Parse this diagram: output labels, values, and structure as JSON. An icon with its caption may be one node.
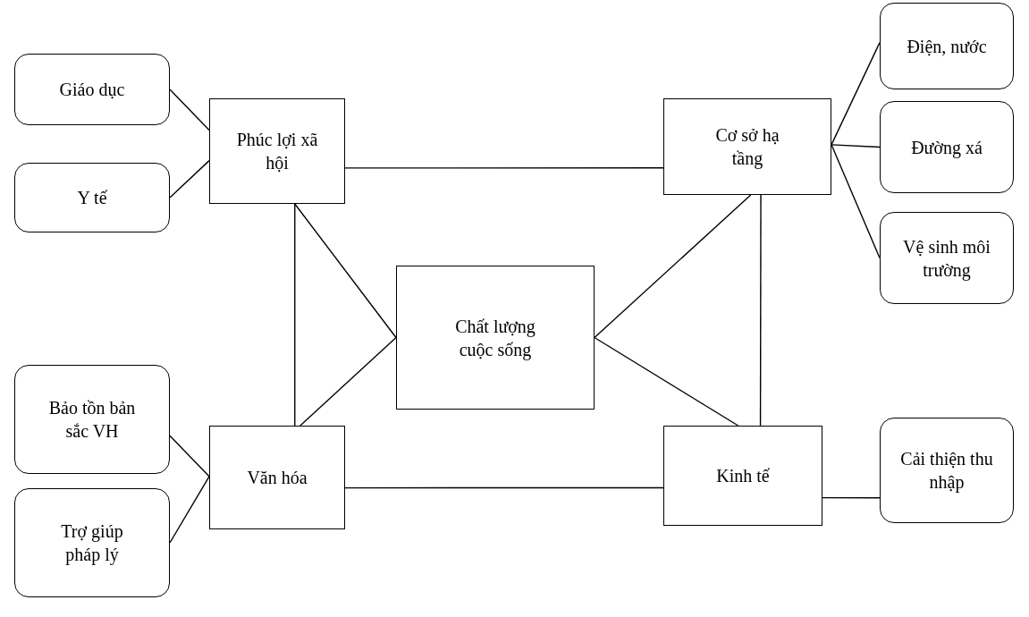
{
  "diagram": {
    "nodes": [
      {
        "text": [
          "Giáo dục"
        ]
      },
      {
        "text": [
          "Y tế"
        ]
      },
      {
        "text": [
          "Phúc lợi xã hội"
        ]
      },
      {
        "text": [
          "Cơ sở hạ tầng"
        ]
      },
      {
        "text": [
          "Điện, nước"
        ]
      },
      {
        "text": [
          "Đường xá"
        ]
      },
      {
        "text": [
          "Vệ sinh môi trường"
        ]
      },
      {
        "text": [
          "Chất lượng cuộc sống"
        ]
      },
      {
        "text": [
          "Bảo tồn bản sắc VH"
        ]
      },
      {
        "text": [
          "Trợ giúp pháp lý"
        ]
      },
      {
        "text": [
          "Văn hóa"
        ]
      },
      {
        "text": [
          "Kinh tế"
        ]
      },
      {
        "text": [
          "Cải thiện thu nhập"
        ]
      }
    ],
    "edges": [
      {
        "from": 0,
        "to": 2,
        "arrow": "none"
      },
      {
        "from": 1,
        "to": 2,
        "arrow": "none"
      },
      {
        "from": 2,
        "to": 3,
        "arrow": "none"
      },
      {
        "from": 3,
        "to": 4,
        "arrow": "none"
      },
      {
        "from": 3,
        "to": 5,
        "arrow": "none"
      },
      {
        "from": 3,
        "to": 6,
        "arrow": "none"
      },
      {
        "from": 2,
        "to": 7,
        "arrow": "none"
      },
      {
        "from": 2,
        "to": 10,
        "arrow": "none"
      },
      {
        "from": 3,
        "to": 7,
        "arrow": "none"
      },
      {
        "from": 3,
        "to": 11,
        "arrow": "none"
      },
      {
        "from": 7,
        "to": 10,
        "arrow": "none"
      },
      {
        "from": 7,
        "to": 11,
        "arrow": "none"
      },
      {
        "from": 8,
        "to": 10,
        "arrow": "none"
      },
      {
        "from": 9,
        "to": 10,
        "arrow": "none"
      },
      {
        "from": 10,
        "to": 11,
        "arrow": "none"
      },
      {
        "from": 11,
        "to": 12,
        "arrow": "none"
      }
    ]
  }
}
